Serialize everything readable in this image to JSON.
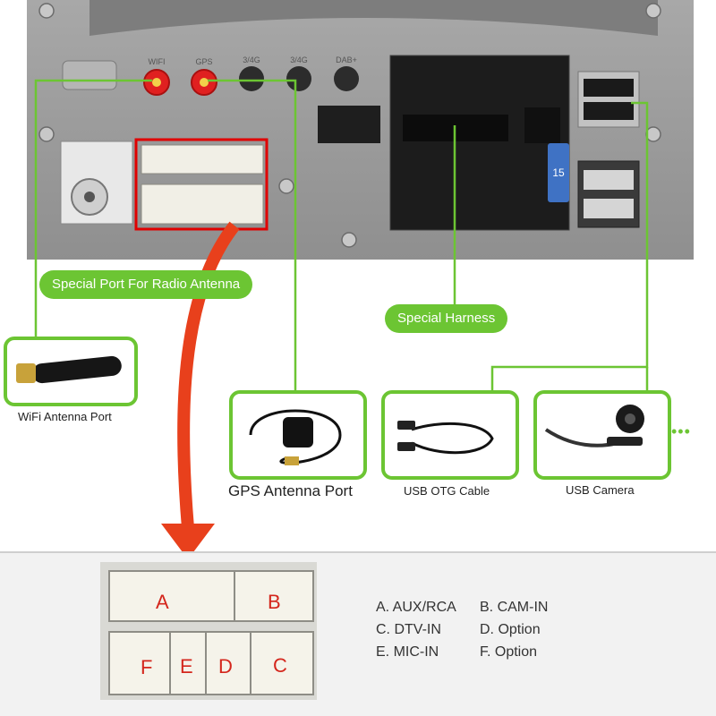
{
  "ports": {
    "top_labels": [
      "WIFI",
      "GPS",
      "3/4G",
      "3/4G",
      "DAB+"
    ]
  },
  "callouts": {
    "radio_antenna": "Special Port For Radio Antenna",
    "harness": "Special Harness",
    "fuse_value": "15"
  },
  "accessories": [
    {
      "name": "wifi-antenna",
      "label": "WiFi Antenna Port"
    },
    {
      "name": "gps-antenna",
      "label": "GPS Antenna Port"
    },
    {
      "name": "usb-otg",
      "label": "USB OTG Cable"
    },
    {
      "name": "usb-camera",
      "label": "USB Camera"
    }
  ],
  "ellipsis": "•••",
  "connector_letters": [
    "A",
    "B",
    "F",
    "E",
    "D",
    "C"
  ],
  "legend": [
    [
      "A. AUX/RCA",
      "B. CAM-IN"
    ],
    [
      "C. DTV-IN",
      "D. Option"
    ],
    [
      "E. MIC-IN",
      "F. Option"
    ]
  ],
  "colors": {
    "accent_green": "#6cc533",
    "arrow_red": "#e8401c",
    "highlight_red": "#e00000",
    "sma_red": "#e02020"
  }
}
